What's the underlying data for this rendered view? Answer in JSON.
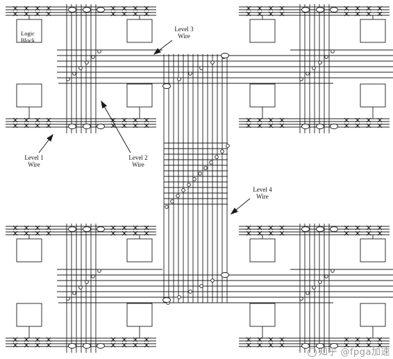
{
  "labels": {
    "logic_block_line1": "Logic",
    "logic_block_line2": "Block",
    "level1_line1": "Level 1",
    "level1_line2": "Wire",
    "level2_line1": "Level 2",
    "level2_line2": "Wire",
    "level3_line1": "Level 3",
    "level3_line2": "Wire",
    "level4_line1": "Level 4",
    "level4_line2": "Wire"
  },
  "watermark": "知乎 @fpga加速",
  "colors": {
    "stroke": "#1a1a1a",
    "background": "#ffffff",
    "watermark": "#9a9a9a"
  }
}
